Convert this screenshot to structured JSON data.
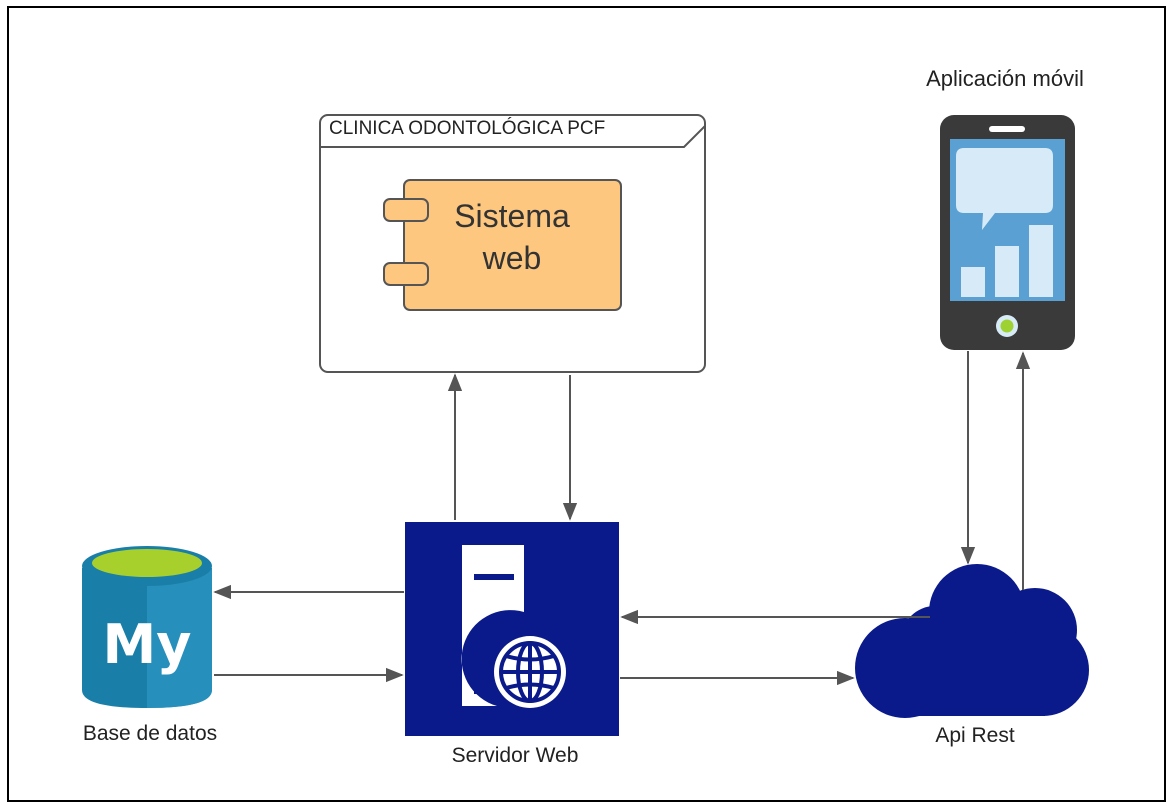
{
  "labels": {
    "mobile_app": "Aplicación móvil",
    "frame_title": "CLINICA ODONTOLÓGICA PCF",
    "component_line1": "Sistema",
    "component_line2": "web",
    "database": "Base de datos",
    "web_server": "Servidor Web",
    "api": "Api Rest",
    "db_logo_text": "My"
  },
  "icons": [
    "mysql-database-icon",
    "web-server-icon",
    "globe-icon",
    "cloud-icon",
    "smartphone-icon",
    "component-icon"
  ],
  "colors": {
    "server_blue": "#0a1a8a",
    "cloud_blue": "#0a1a8a",
    "db_teal": "#1a7fa8",
    "db_top": "#a8d02c",
    "component_orange": "#fdc77f",
    "phone_body": "#3a3a3a",
    "phone_screen": "#5aa0d2",
    "arrow_gray": "#555555"
  }
}
